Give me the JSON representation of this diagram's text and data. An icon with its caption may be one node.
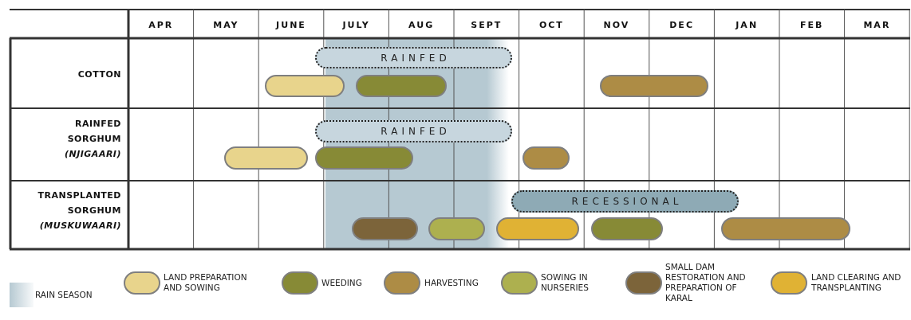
{
  "diagram": {
    "nodes": [
      {
        "text": [
          "RAINFED"
        ]
      },
      {
        "text": [],
        "shape": "bar"
      },
      {
        "text": [],
        "shape": "bar"
      },
      {
        "text": [],
        "shape": "bar"
      },
      {
        "text": [
          "RAINFED"
        ]
      },
      {
        "text": [],
        "shape": "bar"
      },
      {
        "text": [],
        "shape": "bar"
      },
      {
        "text": [],
        "shape": "bar"
      },
      {
        "text": [
          "RECESSIONAL"
        ]
      },
      {
        "text": [],
        "shape": "bar"
      },
      {
        "text": [],
        "shape": "bar"
      },
      {
        "text": [],
        "shape": "bar"
      },
      {
        "text": [],
        "shape": "bar"
      },
      {
        "text": [],
        "shape": "bar"
      }
    ],
    "labels": [
      "APR",
      "MAY",
      "JUNE",
      "JULY",
      "AUG",
      "SEPT",
      "OCT",
      "NOV",
      "DEC",
      "JAN",
      "FEB",
      "MAR",
      "COTTON",
      "RAINFED SORGHUM *(NJIGAARI)*",
      "TRANSPLANTED SORGHUM *(MUSKUWAARI)*"
    ],
    "legend": [
      {
        "text": "RAIN SEASON",
        "color": "#b6c9d2"
      },
      {
        "text": "LAND PREPARATION AND SOWING",
        "color": "#e8d48c"
      },
      {
        "text": "WEEDING",
        "color": "#878a36"
      },
      {
        "text": "HARVESTING",
        "color": "#ad8c45"
      },
      {
        "text": "SOWING IN NURSERIES",
        "color": "#adb04f"
      },
      {
        "text": "SMALL DAM RESTORATION AND PREPARATION OF KARAL",
        "color": "#7c643a"
      },
      {
        "text": "LAND CLEARING AND TRANSPLANTING",
        "color": "#e0b234"
      }
    ]
  }
}
